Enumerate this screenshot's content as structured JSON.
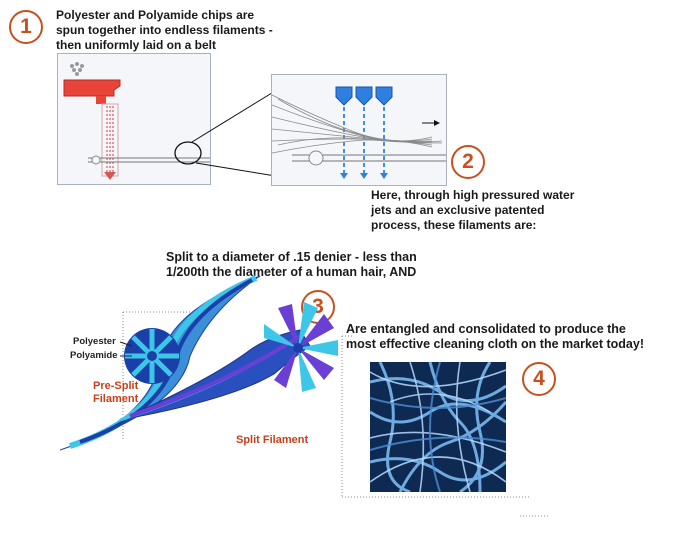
{
  "steps": {
    "step1": {
      "number": "1",
      "lines": [
        "Polyester and Polyamide chips are",
        "spun together into endless filaments -",
        "then uniformly laid on a belt"
      ]
    },
    "step2": {
      "number": "2",
      "lines": [
        "Here, through high pressured water",
        "jets and an exclusive patented",
        "process, these filaments are:"
      ]
    },
    "step3": {
      "number": "3",
      "lines": [
        "Split to a diameter of .15 denier - less than",
        "1/200th the diameter of a human hair, AND"
      ]
    },
    "step4": {
      "number": "4",
      "lines": [
        "Are entangled and consolidated to produce the",
        "most effective cleaning cloth on the market today!"
      ]
    }
  },
  "filament_labels": {
    "polyester": "Polyester",
    "polyamide": "Polyamide",
    "pre_split": [
      "Pre-Split",
      "Filament"
    ],
    "split": "Split Filament"
  },
  "colors": {
    "accent": "#c8501e",
    "extruder_red": "#e8443a",
    "water_blue": "#2f7fe0",
    "fiber_cyan": "#3ec6e8",
    "fiber_dark": "#1b3fa8",
    "fiber_purple": "#6a3fd6"
  }
}
